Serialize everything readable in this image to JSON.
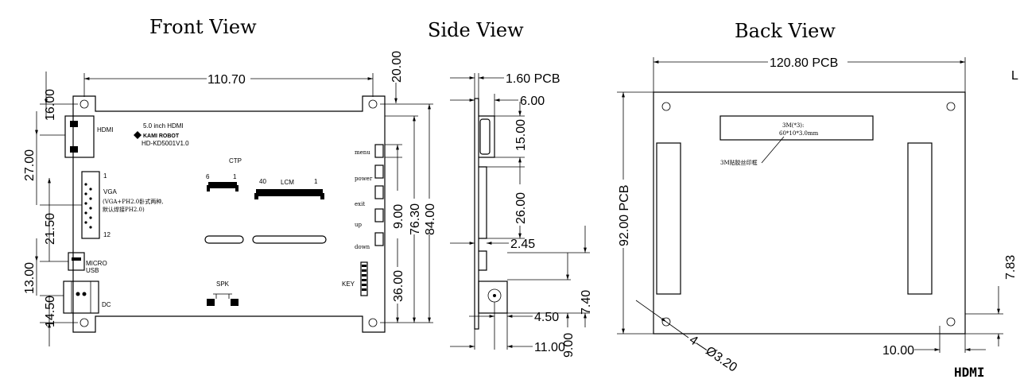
{
  "titles": {
    "front": "Front View",
    "side": "Side View",
    "back": "Back View"
  },
  "front": {
    "board_label_1": "5.0 inch HDMI",
    "board_label_2": "HD-KD5001V1.0",
    "brand": "KAMI ROBOT",
    "hdmi": "HDMI",
    "vga": "VGA",
    "vga_note_1": "(VGA+PH2.0卧式两种,",
    "vga_note_2": "默认焊接PH2.0)",
    "vga_pin_1": "1",
    "vga_pin_12": "12",
    "micro": "MICRO",
    "usb": "USB",
    "dc": "DC",
    "ctp": "CTP",
    "ctp_6": "6",
    "ctp_1": "1",
    "lcm": "LCM",
    "lcm_40": "40",
    "lcm_1": "1",
    "spk": "SPK",
    "key": "KEY",
    "buttons": [
      "menu",
      "power",
      "exit",
      "up",
      "down"
    ],
    "dims": {
      "width": "110.70",
      "top": "20.00",
      "d16": "16.00",
      "d27": "27.00",
      "d21": "21.50",
      "d13": "13.00",
      "d14": "14.50",
      "d9": "9.00",
      "d7630": "76.30",
      "d84": "84.00",
      "d36": "36.00"
    }
  },
  "side": {
    "pcb": "1.60 PCB",
    "d6": "6.00",
    "d15": "15.00",
    "d26": "26.00",
    "d245": "2.45",
    "d450": "4.50",
    "d740": "7.40",
    "d11": "11.00",
    "d9": "9.00"
  },
  "back": {
    "pcb_w": "120.80 PCB",
    "pcb_h": "92.00 PCB",
    "tape_1": "3M(*3):",
    "tape_2": "60*10*3.0mm",
    "tape_label": "3M贴胶丝印框",
    "hole": "4—Ø3.20",
    "d10": "10.00",
    "d783": "7.83",
    "hdmi": "HDMI",
    "edge_letter": "L"
  }
}
